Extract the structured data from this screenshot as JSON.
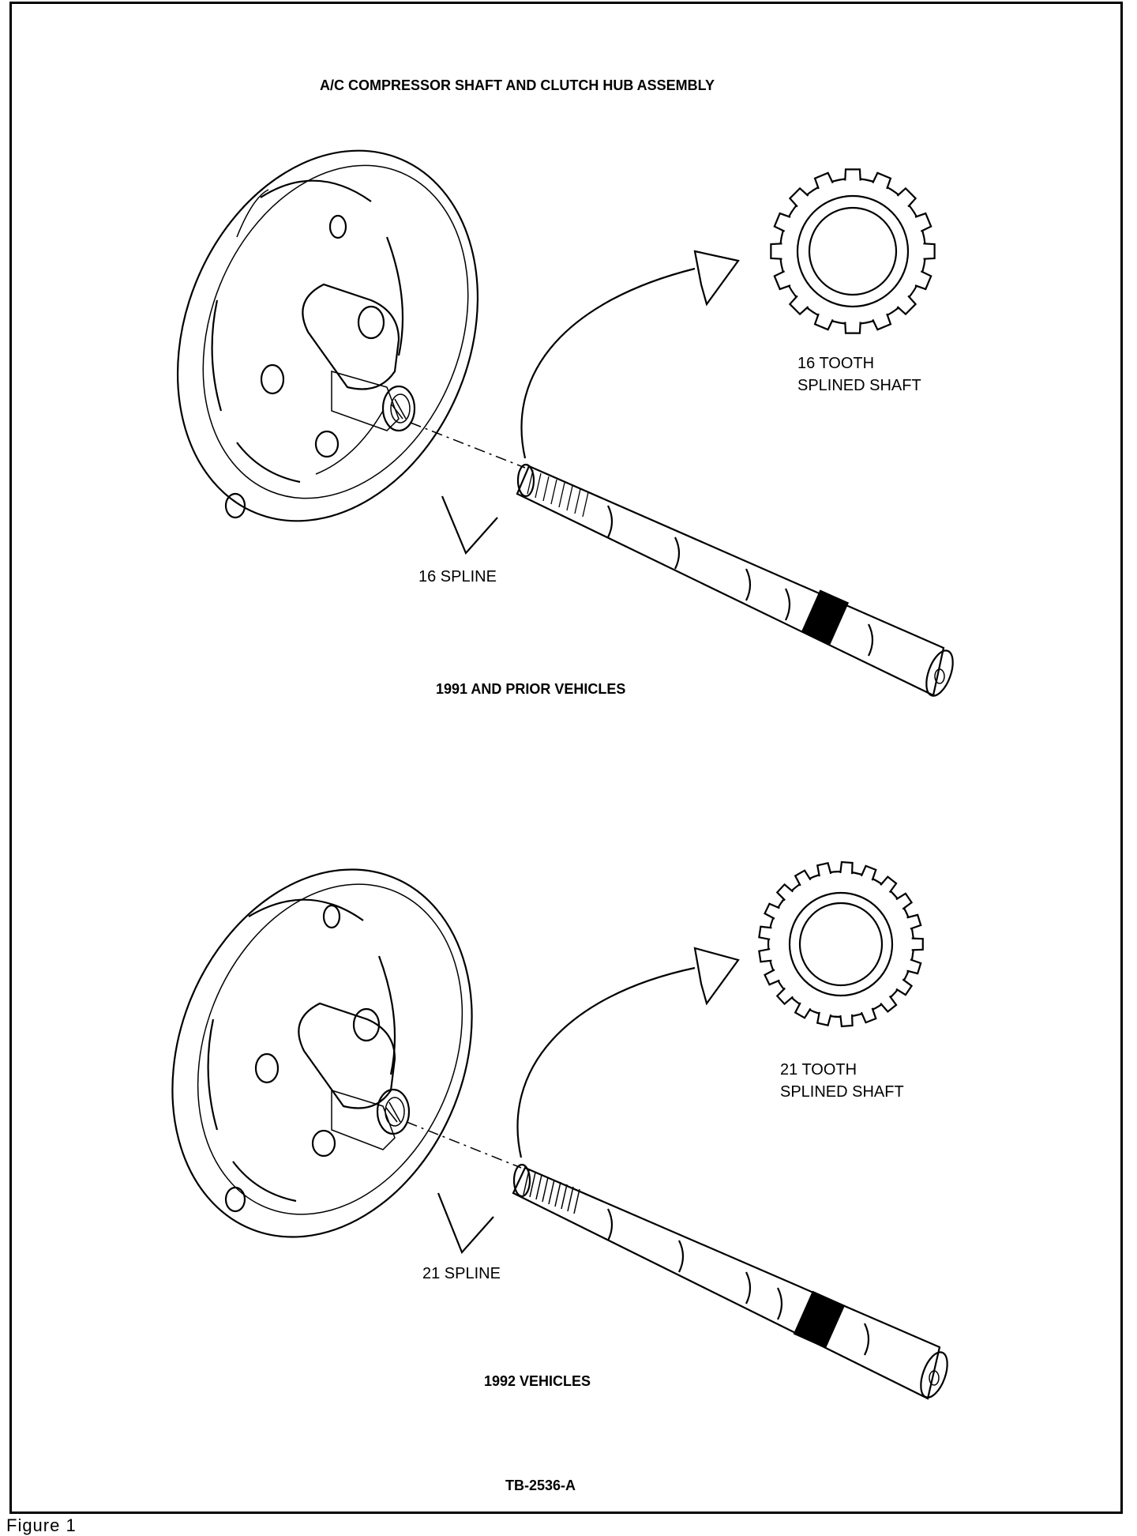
{
  "title": "A/C COMPRESSOR SHAFT AND CLUTCH HUB ASSEMBLY",
  "upper_diagram": {
    "tooth_label_line1": "16 TOOTH",
    "tooth_label_line2": "SPLINED SHAFT",
    "spline_label": "16 SPLINE",
    "caption": "1991 AND PRIOR VEHICLES",
    "tooth_count": 16
  },
  "lower_diagram": {
    "tooth_label_line1": "21 TOOTH",
    "tooth_label_line2": "SPLINED SHAFT",
    "spline_label": "21 SPLINE",
    "caption": "1992 VEHICLES",
    "tooth_count": 21
  },
  "doc_id": "TB-2536-A",
  "figure_caption": "Figure 1"
}
